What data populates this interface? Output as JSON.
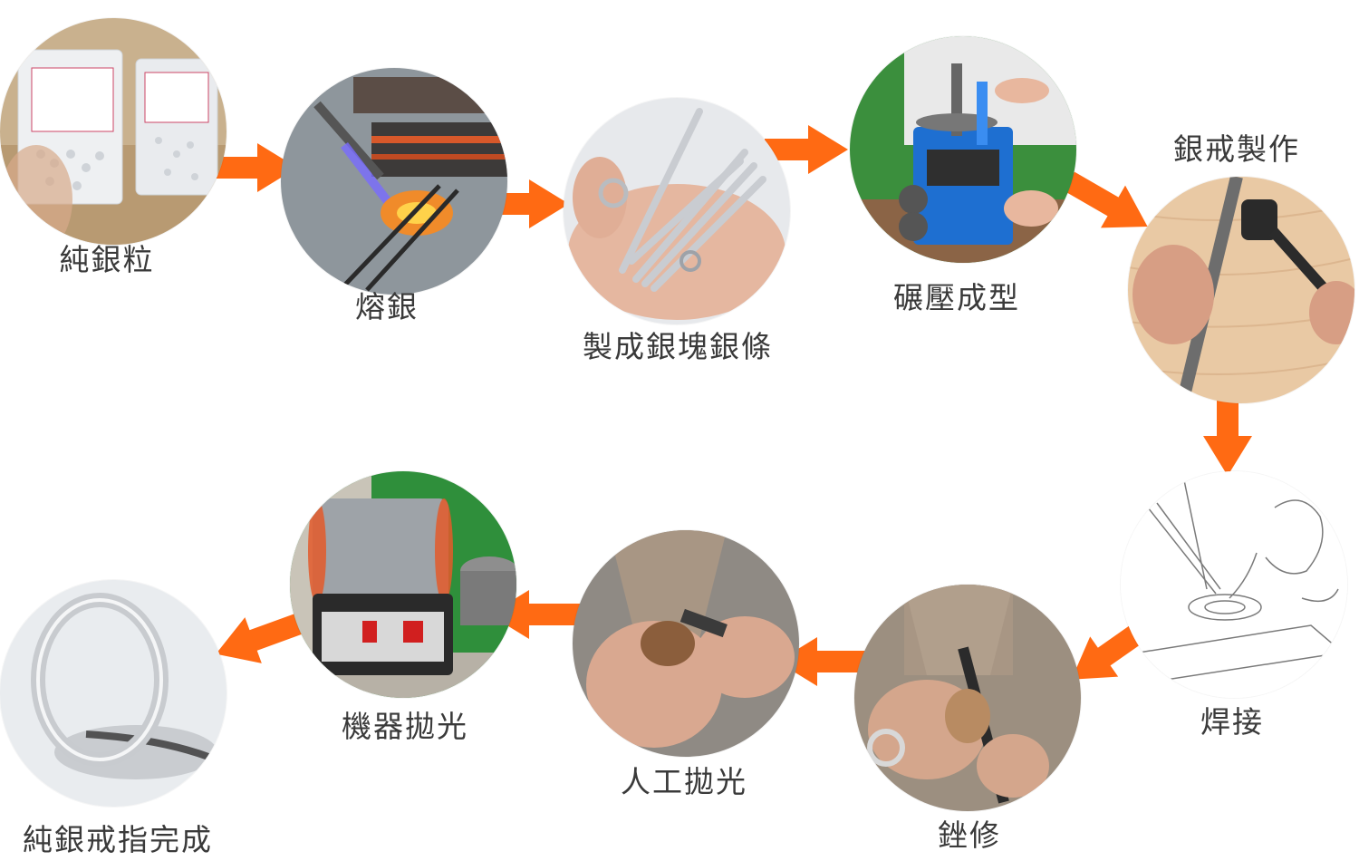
{
  "accent_color": "#ff6a13",
  "steps": [
    {
      "label": "純銀粒",
      "image": "silver-granules-bags"
    },
    {
      "label": "熔銀",
      "image": "torch-melting-silver"
    },
    {
      "label": "製成銀塊銀條",
      "image": "silver-bars-in-hand"
    },
    {
      "label": "碾壓成型",
      "image": "rolling-mill"
    },
    {
      "label": "銀戒製作",
      "image": "hammering-on-mandrel"
    },
    {
      "label": "焊接",
      "image": "soldering-sketch"
    },
    {
      "label": "銼修",
      "image": "filing-ring"
    },
    {
      "label": "人工拋光",
      "image": "hand-polishing"
    },
    {
      "label": "機器拋光",
      "image": "rotary-tumbler"
    },
    {
      "label": "純銀戒指完成",
      "image": "finished-silver-ring"
    }
  ]
}
